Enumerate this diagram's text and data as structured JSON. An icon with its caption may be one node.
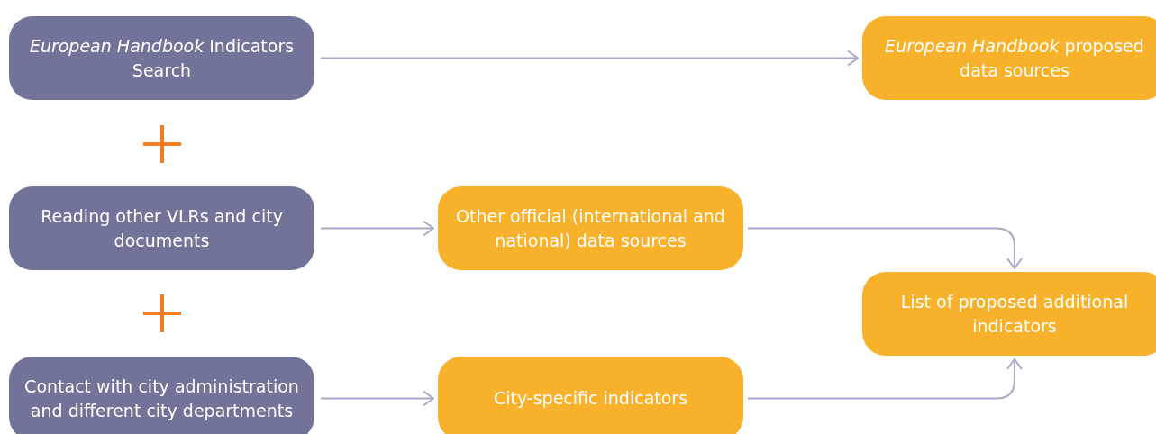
{
  "diagram": {
    "nodes": [
      {
        "text": [
          "*European Handbook* Indicators Search"
        ]
      },
      {
        "text": [
          "*European Handbook* proposed data sources"
        ]
      },
      {
        "text": [
          "Reading other VLRs and city documents"
        ]
      },
      {
        "text": [
          "Other official (international and national) data sources"
        ]
      },
      {
        "text": [
          "Contact with city administration and different city departments"
        ]
      },
      {
        "text": [
          "City-specific indicators"
        ]
      },
      {
        "text": [
          "List of proposed additional indicators"
        ]
      }
    ],
    "edges": [
      {
        "from": 0,
        "to": 1,
        "arrow": "to"
      },
      {
        "from": 2,
        "to": 3,
        "arrow": "to"
      },
      {
        "from": 4,
        "to": 5,
        "arrow": "to"
      },
      {
        "from": 3,
        "to": 6,
        "arrow": "to"
      },
      {
        "from": 5,
        "to": 6,
        "arrow": "to"
      }
    ]
  }
}
